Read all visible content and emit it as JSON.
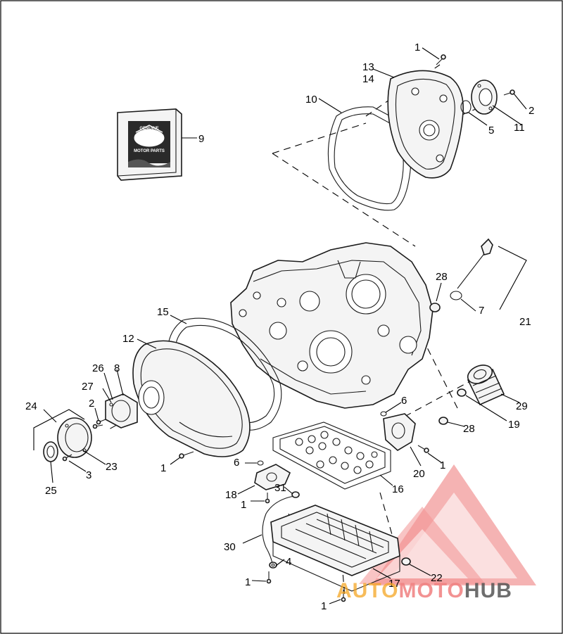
{
  "callouts": {
    "c1a": "1",
    "c1b": "1",
    "c1c": "1",
    "c1d": "1",
    "c1e": "1",
    "c1f": "1",
    "c2a": "2",
    "c2b": "2",
    "c3": "3",
    "c4": "4",
    "c5": "5",
    "c6a": "6",
    "c6b": "6",
    "c7": "7",
    "c8": "8",
    "c9": "9",
    "c10": "10",
    "c11": "11",
    "c12": "12",
    "c13": "13",
    "c14": "14",
    "c15": "15",
    "c16": "16",
    "c17": "17",
    "c18": "18",
    "c19": "19",
    "c20": "20",
    "c21": "21",
    "c22": "22",
    "c23": "23",
    "c24": "24",
    "c25": "25",
    "c26": "26",
    "c27": "27",
    "c28a": "28",
    "c28b": "28",
    "c29": "29",
    "c30": "30",
    "c31": "31"
  },
  "book_label": {
    "line1": "GENUINE",
    "line2": "MOTOR PARTS"
  },
  "watermark": {
    "part1": "AUTO",
    "part2": "MOTO",
    "part3": "HUB",
    "color_main": "#f08080",
    "color_dark": "#555555"
  }
}
